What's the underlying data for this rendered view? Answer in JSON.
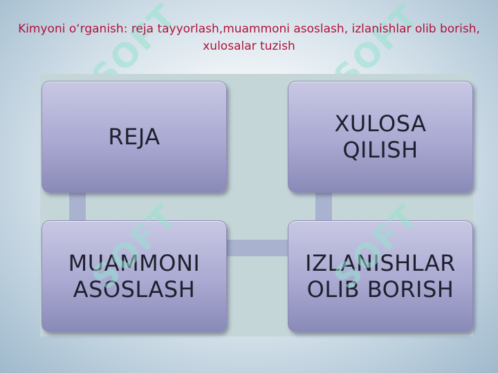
{
  "title": "Kimyoni o‘rganish: reja tayyorlash,muammoni asoslash,  izlanishlar olib borish, xulosalar tuzish",
  "steps": {
    "reja": "REJA",
    "xulosa": "XULOSA\nQILISH",
    "muammoni": "MUAMMONI\nASOSLASH",
    "izlanish": "IZLANISHLAR\nOLIB BORISH"
  },
  "watermark": "SOFT",
  "colors": {
    "title": "#b0123a",
    "box_fill": "#a9a9d2",
    "panel": "#c5d6d8",
    "connector": "#a9b3cf",
    "watermark": "#96e1cd"
  }
}
